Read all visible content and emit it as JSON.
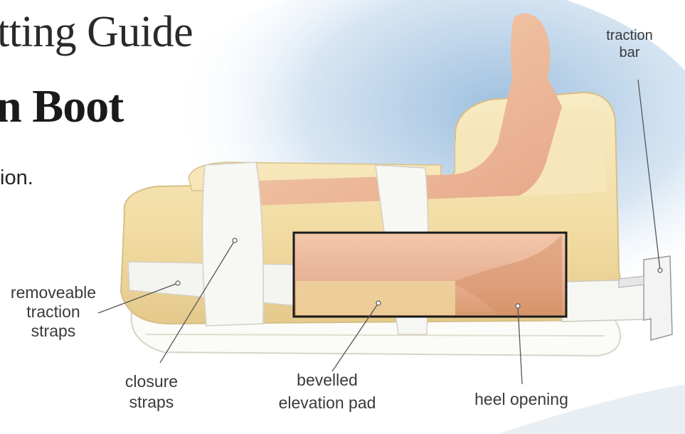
{
  "header": {
    "title_line1": "tting Guide",
    "title_line2": "n Boot",
    "intro_text": "ion."
  },
  "labels": {
    "traction_bar": [
      "traction",
      "bar"
    ],
    "removeable_traction_straps": [
      "removeable",
      "traction",
      "straps"
    ],
    "closure_straps": [
      "closure",
      "straps"
    ],
    "bevelled_elevation_pad": [
      "bevelled",
      "elevation pad"
    ],
    "heel_opening": [
      "heel opening"
    ]
  },
  "colors": {
    "foam": "#f4e2ae",
    "foam_shadow": "#e2c98a",
    "strap": "#f7f7f4",
    "skin": "#f1c9a8",
    "sky_glow": "#cfe0f0",
    "leader_line": "#555555"
  }
}
